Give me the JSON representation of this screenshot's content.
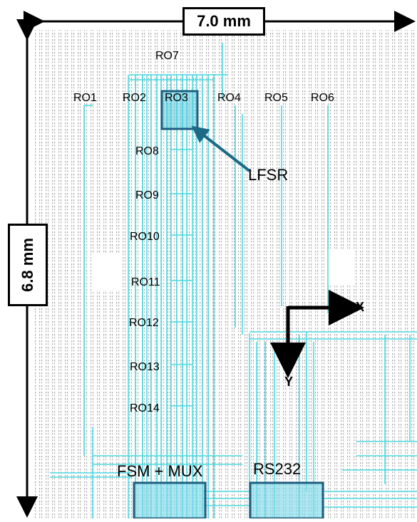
{
  "dimensions": {
    "width": "7.0 mm",
    "height": "6.8 mm"
  },
  "ring_oscillators": [
    "RO1",
    "RO2",
    "RO3",
    "RO4",
    "RO5",
    "RO6",
    "RO7",
    "RO8",
    "RO9",
    "RO10",
    "RO11",
    "RO12",
    "RO13",
    "RO14"
  ],
  "blocks": {
    "lfsr": "LFSR",
    "fsm_mux": "FSM + MUX",
    "rs232": "RS232"
  },
  "axes": {
    "x": "X",
    "y": "Y"
  },
  "colors": {
    "routing": "#38d6e0",
    "block_fill": "#7fd8e8",
    "block_border": "#1f5f80",
    "arrow": "#1d6a86",
    "grid_dot": "#9a9a9a"
  }
}
